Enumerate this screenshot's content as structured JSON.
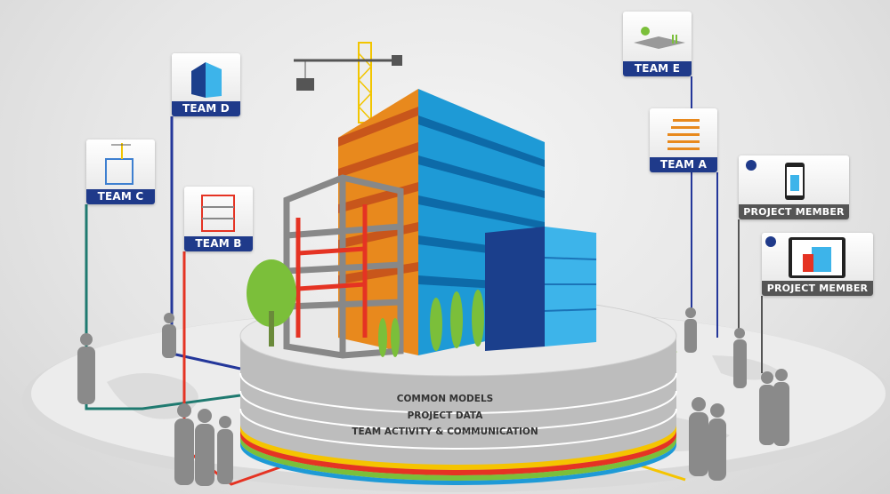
{
  "teams": [
    {
      "id": "d",
      "label": "TEAM D",
      "icon": "blue-building-icon"
    },
    {
      "id": "c",
      "label": "TEAM C",
      "icon": "building-crane-icon"
    },
    {
      "id": "b",
      "label": "TEAM B",
      "icon": "red-frame-building-icon"
    },
    {
      "id": "e",
      "label": "TEAM E",
      "icon": "landscape-icon"
    },
    {
      "id": "a",
      "label": "TEAM A",
      "icon": "orange-floors-icon"
    }
  ],
  "members": [
    {
      "label": "PROJECT MEMBER",
      "device": "phone-icon"
    },
    {
      "label": "PROJECT MEMBER",
      "device": "tablet-icon"
    }
  ],
  "platform": {
    "layers": [
      "COMMON MODELS",
      "PROJECT DATA",
      "TEAM ACTIVITY & COMMUNICATION"
    ]
  },
  "colors": {
    "team": "#1f3a8a",
    "member": "#555555",
    "blue": "#1e9ad6",
    "orange": "#e8891d",
    "red": "#e53323",
    "green": "#7bbf3a",
    "yellow": "#f5c400"
  }
}
